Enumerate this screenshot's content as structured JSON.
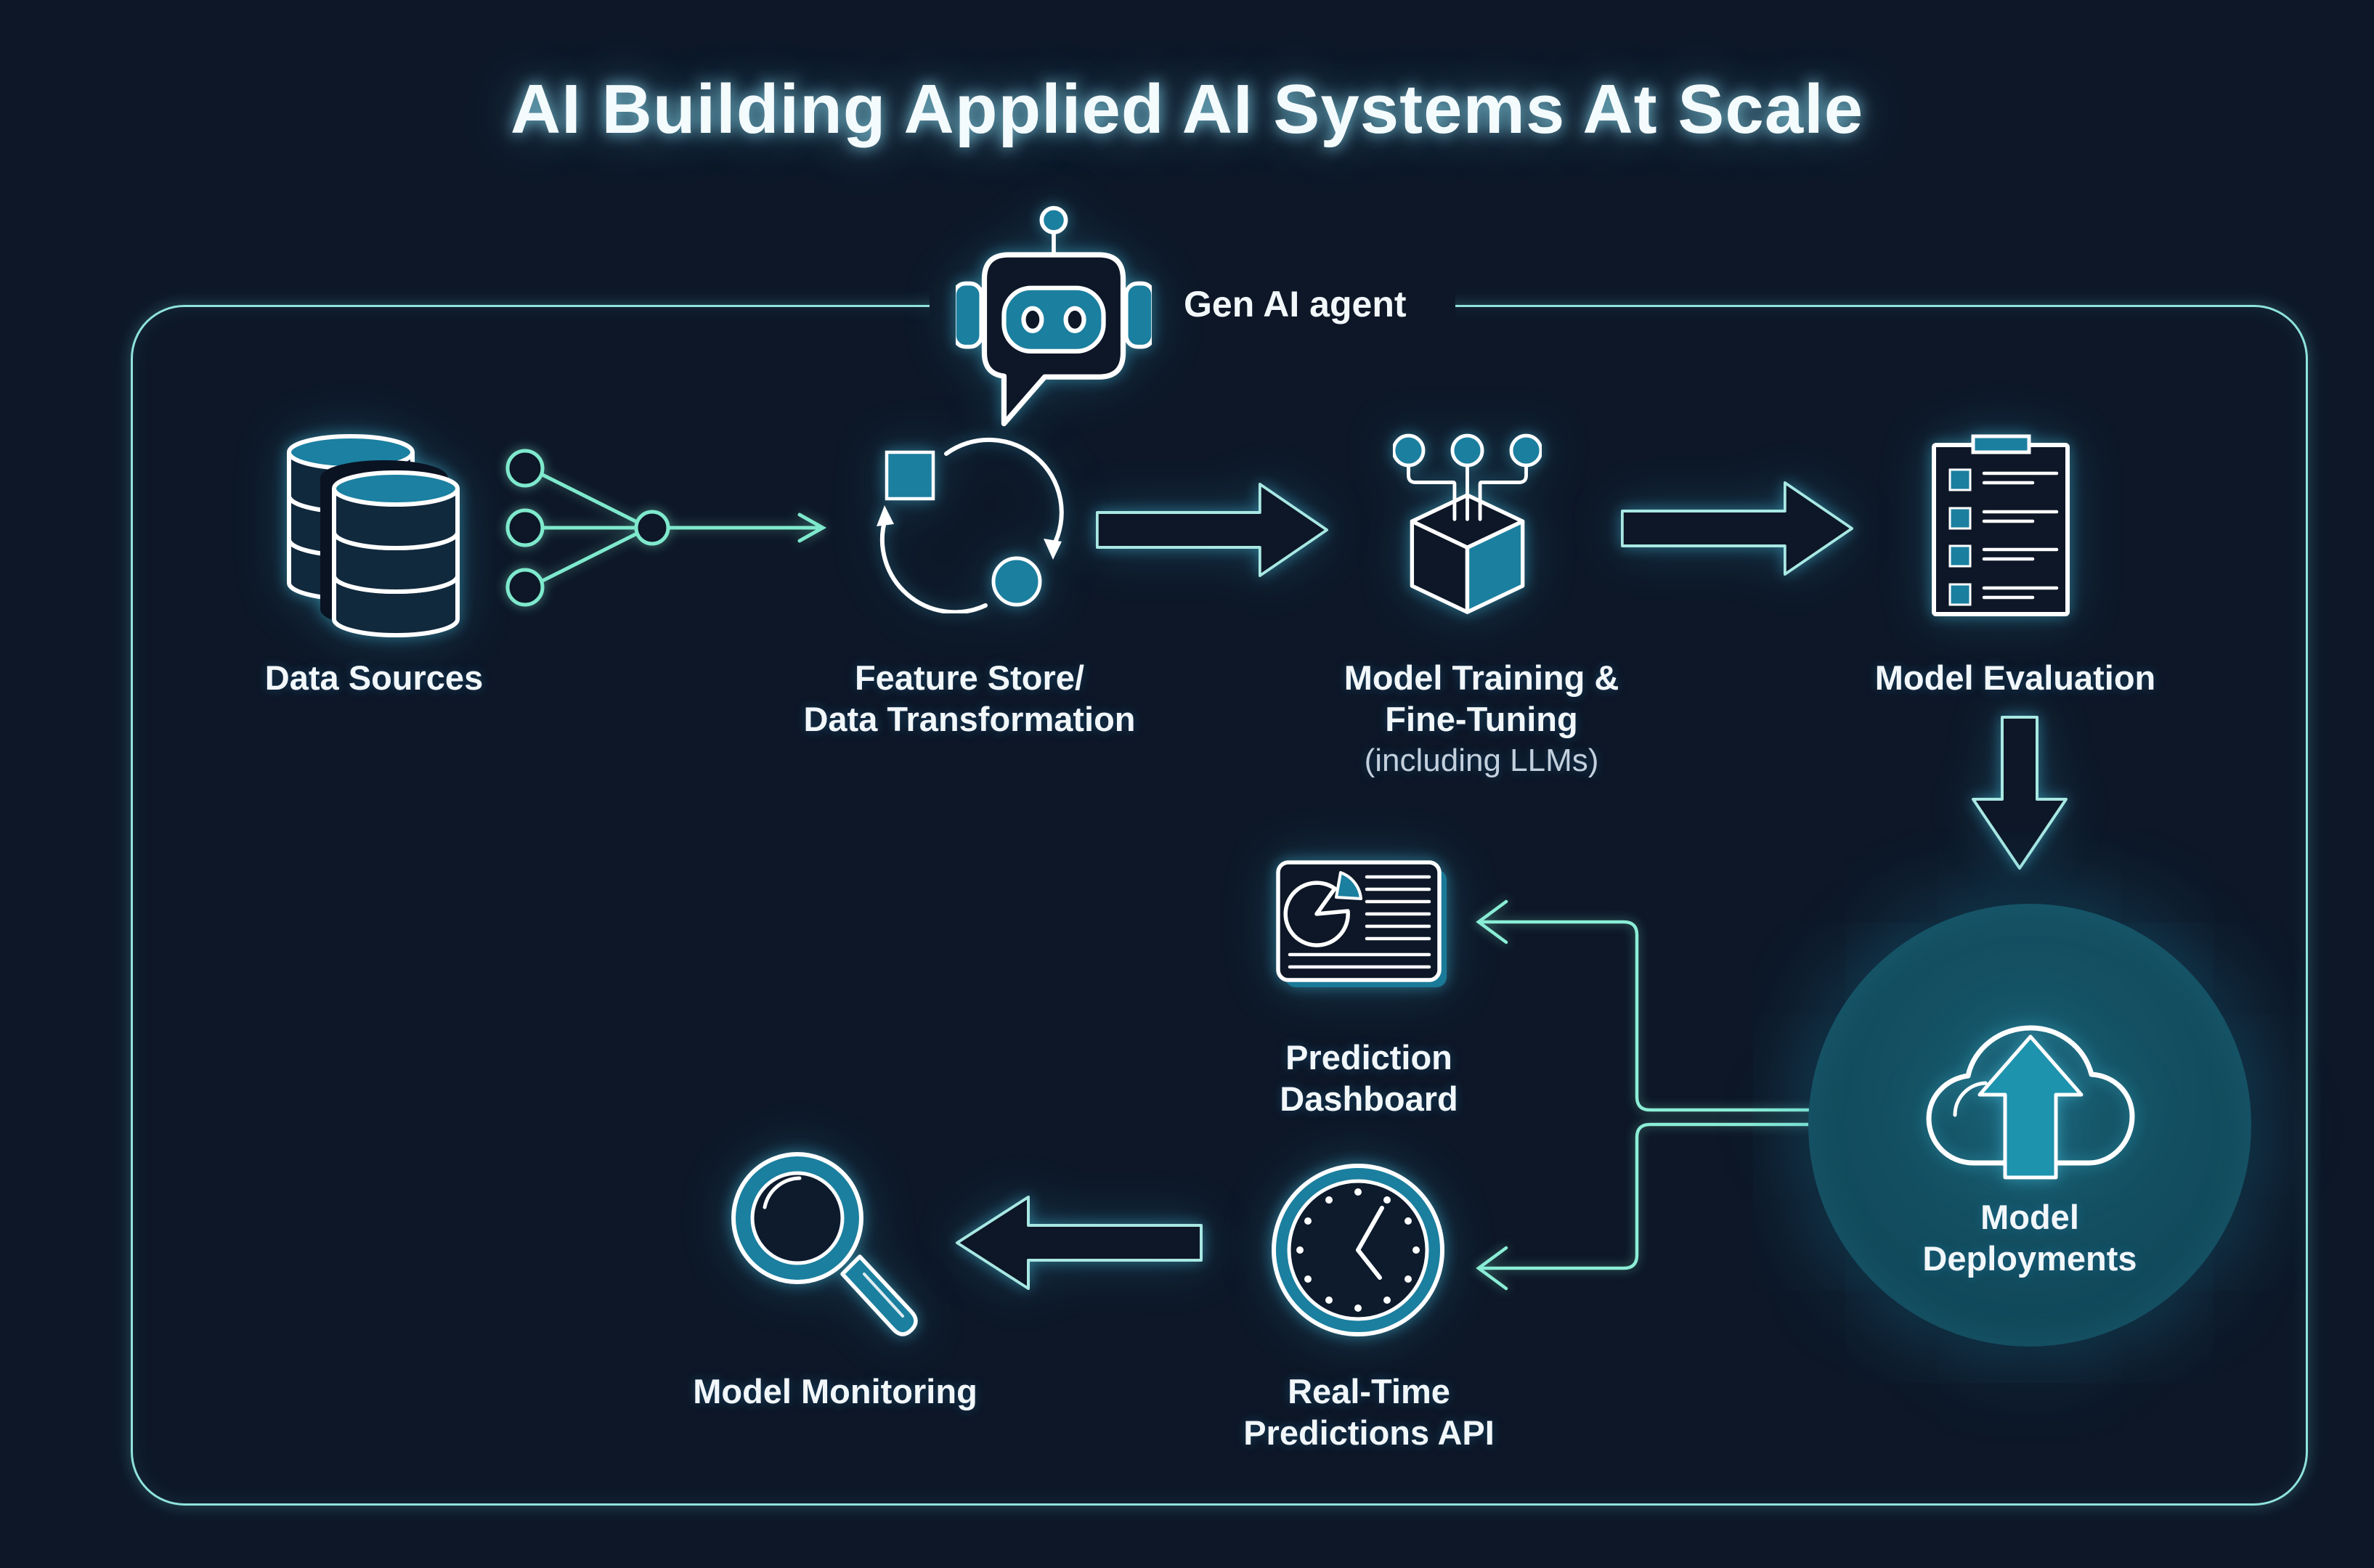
{
  "title": "AI Building Applied AI Systems At Scale",
  "agent": {
    "label": "Gen AI agent",
    "icon": "robot-chat-icon"
  },
  "colors": {
    "background": "#0d1727",
    "teal_fill": "#1b7f9f",
    "bright_teal": "#1d93ae",
    "mint_line": "#7fe9cd",
    "arrow_outline": "#a9e8e3",
    "container_border": "#8fe3dc",
    "text": "#f2f7fa",
    "muted_text": "#c4d0dd",
    "deploy_circle": "#124c5e"
  },
  "nodes": {
    "data_sources": {
      "label": "Data Sources",
      "icon": "database-stack-icon"
    },
    "feature_store": {
      "line1": "Feature Store/",
      "line2": "Data Transformation",
      "icon": "transform-cycle-icon"
    },
    "model_training": {
      "line1": "Model Training &",
      "line2": "Fine-Tuning",
      "line3": "(including LLMs)",
      "icon": "cube-input-nodes-icon"
    },
    "model_evaluation": {
      "label": "Model Evaluation",
      "icon": "checklist-clipboard-icon"
    },
    "model_deployments": {
      "line1": "Model",
      "line2": "Deployments",
      "icon": "cloud-upload-icon"
    },
    "prediction_dashboard": {
      "line1": "Prediction",
      "line2": "Dashboard",
      "icon": "dashboard-pie-icon"
    },
    "realtime_predictions_api": {
      "line1": "Real-Time",
      "line2": "Predictions API",
      "icon": "clock-icon"
    },
    "model_monitoring": {
      "label": "Model Monitoring",
      "icon": "magnifier-icon"
    }
  }
}
